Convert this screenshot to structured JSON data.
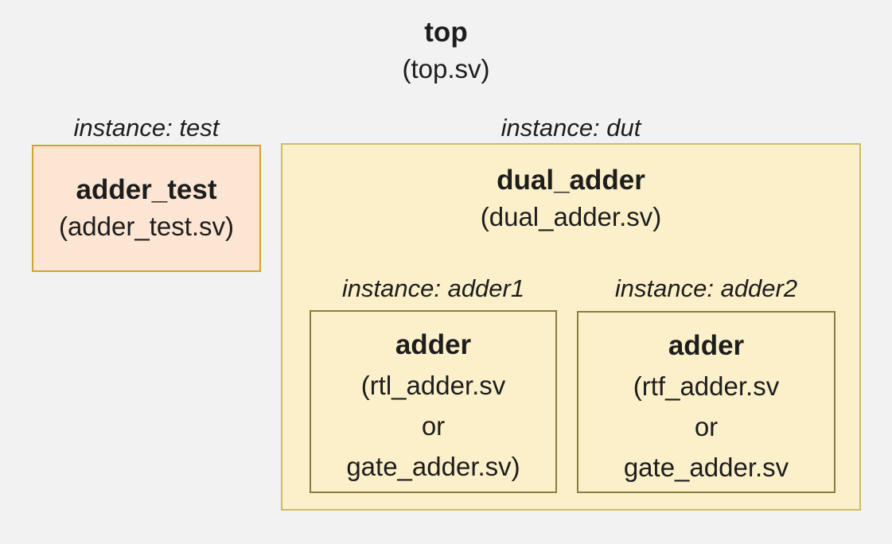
{
  "colors": {
    "background": "#f2f2f2",
    "text": "#1d1d1d",
    "test_fill": "#fce5d2",
    "test_border": "#d1a32f",
    "dut_fill": "#fbf0ca",
    "dut_border": "#ccbc67",
    "inner_border": "#8b7d40"
  },
  "root": {
    "name": "top",
    "file": "(top.sv)"
  },
  "test": {
    "label": "instance: test",
    "name": "adder_test",
    "file": "(adder_test.sv)"
  },
  "dut": {
    "label": "instance: dut",
    "name": "dual_adder",
    "file": "(dual_adder.sv)",
    "children": [
      {
        "label": "instance: adder1",
        "name": "adder",
        "lines": [
          "(rtl_adder.sv",
          "or",
          "gate_adder.sv)"
        ]
      },
      {
        "label": "instance: adder2",
        "name": "adder",
        "lines": [
          "(rtf_adder.sv",
          "or",
          "gate_adder.sv"
        ]
      }
    ]
  }
}
